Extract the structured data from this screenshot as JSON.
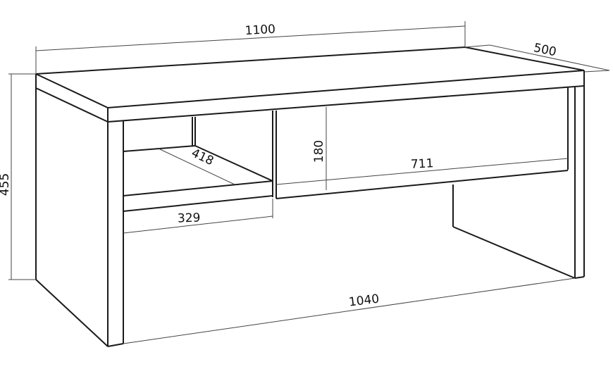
{
  "diagram": {
    "subject": "coffee table with open shelf and drawer section",
    "units": "mm",
    "colors": {
      "line": "#1a1a1a",
      "dimension_line": "#444444",
      "background": "#ffffff"
    },
    "dimensions": {
      "overall_width": "1100",
      "depth": "500",
      "height": "455",
      "shelf_depth": "418",
      "shelf_width": "329",
      "drawer_height": "180",
      "drawer_width": "711",
      "base_width": "1040"
    }
  }
}
